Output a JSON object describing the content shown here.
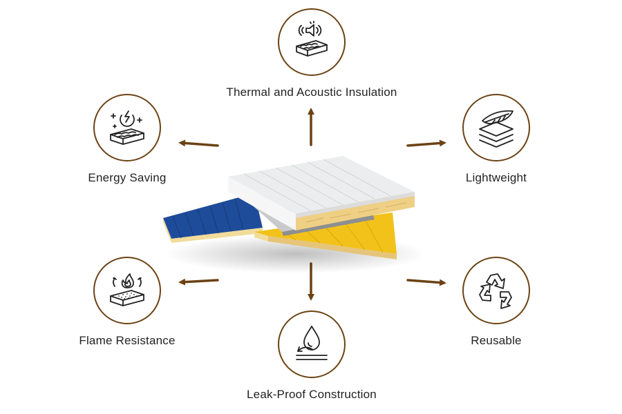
{
  "features": {
    "thermal": {
      "label": "Thermal and Acoustic Insulation",
      "icon": "sound-insulation-icon"
    },
    "energy": {
      "label": "Energy Saving",
      "icon": "energy-saving-icon"
    },
    "lightweight": {
      "label": "Lightweight",
      "icon": "feather-layers-icon"
    },
    "flame": {
      "label": "Flame Resistance",
      "icon": "flame-resistance-icon"
    },
    "reusable": {
      "label": "Reusable",
      "icon": "recycle-icon"
    },
    "leak": {
      "label": "Leak-Proof Construction",
      "icon": "water-drop-icon"
    }
  },
  "colors": {
    "accent": "#6b4214",
    "panel_blue": "#1e4c9a",
    "panel_yellow": "#f2c21b",
    "panel_white": "#e9eaea",
    "core": "#f2dc9a"
  }
}
